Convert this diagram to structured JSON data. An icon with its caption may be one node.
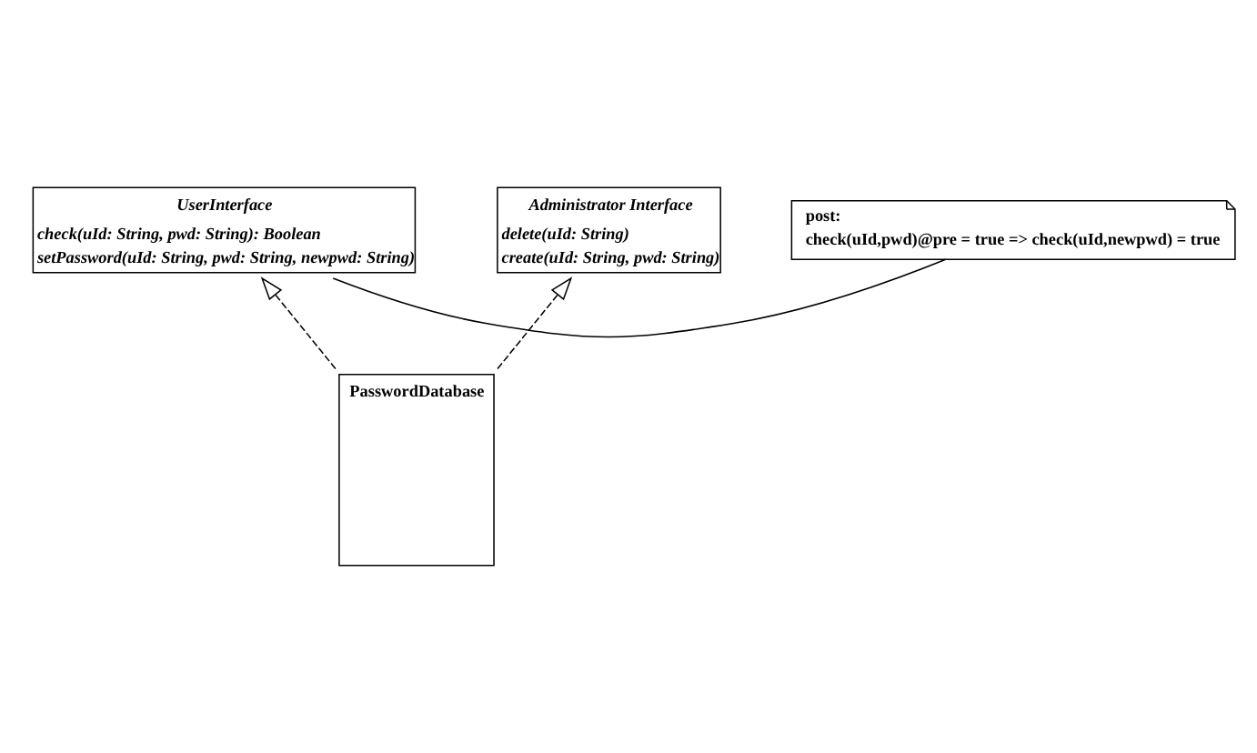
{
  "diagram": {
    "nodes": [
      {
        "text": [
          "UserInterface",
          "check(uId: String, pwd: String): Boolean",
          "setPassword(uId: String, pwd: String, newpwd: String)"
        ]
      },
      {
        "text": [
          "post:",
          "check(uId,pwd)@pre = true => check(uId,newpwd) = true"
        ]
      },
      {
        "text": [
          "Administrator Interface",
          "delete(uId: String)",
          "create(uId: String, pwd: String)"
        ]
      },
      {
        "text": [
          "PasswordDatabase"
        ]
      }
    ],
    "edges": [
      {
        "from": 1,
        "to": 0,
        "arrow": "none"
      },
      {
        "from": 3,
        "to": 0,
        "arrow": "to",
        "style": "dashed"
      },
      {
        "from": 3,
        "to": 2,
        "arrow": "to",
        "style": "dashed"
      }
    ]
  }
}
